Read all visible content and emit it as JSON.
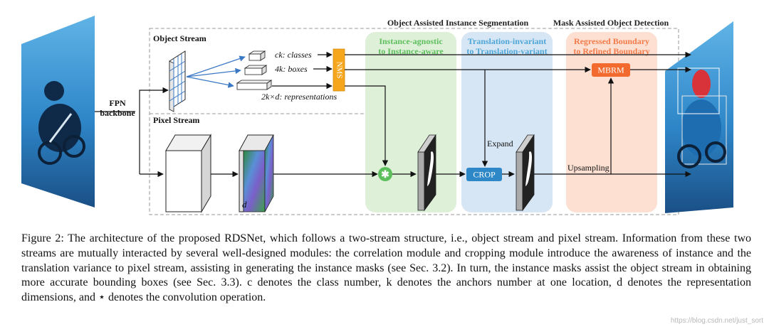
{
  "diagram": {
    "headers": {
      "oais": "Object Assisted Instance Segmentation",
      "maod": "Mask Assisted Object Detection"
    },
    "streams": {
      "object": "Object Stream",
      "pixel": "Pixel Stream"
    },
    "fpn": {
      "line1": "FPN",
      "line2": "backbone"
    },
    "outputs": {
      "classes": "ck: classes",
      "boxes": "4k: boxes",
      "representations": "2k×d: representations"
    },
    "nms": "NMS",
    "d_label": "d",
    "panels": {
      "green": {
        "line1": "Instance-agnostic",
        "line2": "to Instance-aware",
        "color": "#5cbf5c"
      },
      "blue": {
        "line1": "Translation-invariant",
        "line2": "to Translation-variant",
        "color": "#4fa6d8"
      },
      "orange": {
        "line1": "Regressed Boundary",
        "line2": "to Refined Boundary",
        "color": "#f47c4a"
      }
    },
    "modules": {
      "mbrm": "MBRM",
      "crop": "CROP",
      "expand": "Expand",
      "upsampling": "Upsampling"
    }
  },
  "caption": {
    "text": "Figure 2: The architecture of the proposed RDSNet, which follows a two-stream structure, i.e., object stream and pixel stream. Information from these two streams are mutually interacted by several well-designed modules: the correlation module and cropping module introduce the awareness of instance and the translation variance to pixel stream, assisting in generating the instance masks (see Sec. 3.2). In turn, the instance masks assist the object stream in obtaining more accurate bounding boxes (see Sec. 3.3). c denotes the class number, k denotes the anchors number at one location, d denotes the representation dimensions, and ⋆ denotes the convolution operation."
  },
  "watermark": "https://blog.csdn.net/just_sort"
}
